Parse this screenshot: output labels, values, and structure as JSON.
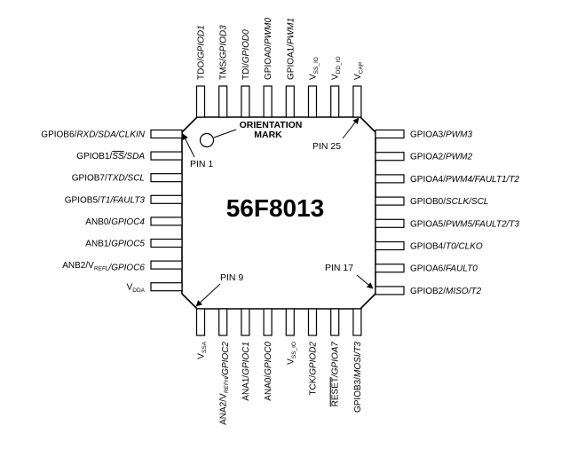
{
  "chip": {
    "part_number": "56F8013",
    "orientation_mark_lines": [
      "ORIENTATION",
      "MARK"
    ],
    "pin_callouts": {
      "pin1": "PIN 1",
      "pin9": "PIN 9",
      "pin17": "PIN 17",
      "pin25": "PIN 25"
    }
  },
  "pins": {
    "left": [
      [
        {
          "t": "GPIOB6/"
        },
        {
          "t": "RXD/SDA/CLKIN",
          "i": 1
        }
      ],
      [
        {
          "t": "GPIOB1/"
        },
        {
          "t": "SS",
          "i": 1,
          "o": 1
        },
        {
          "t": "/SDA",
          "i": 1
        }
      ],
      [
        {
          "t": "GPIOB7/"
        },
        {
          "t": "TXD/SCL",
          "i": 1
        }
      ],
      [
        {
          "t": "GPIOB5/"
        },
        {
          "t": "T1/FAULT3",
          "i": 1
        }
      ],
      [
        {
          "t": "ANB0/"
        },
        {
          "t": "GPIOC4",
          "i": 1
        }
      ],
      [
        {
          "t": "ANB1/"
        },
        {
          "t": "GPIOC5",
          "i": 1
        }
      ],
      [
        {
          "t": "ANB2/V"
        },
        {
          "t": "REFL",
          "i": 1,
          "s": 1
        },
        {
          "t": "/GPIOC6",
          "i": 1
        }
      ],
      [
        {
          "t": "V"
        },
        {
          "t": "DDA",
          "s": 1
        }
      ]
    ],
    "right": [
      [
        {
          "t": "GPIOA3/"
        },
        {
          "t": "PWM3",
          "i": 1
        }
      ],
      [
        {
          "t": "GPIOA2/"
        },
        {
          "t": "PWM2",
          "i": 1
        }
      ],
      [
        {
          "t": "GPIOA4/"
        },
        {
          "t": "PWM4/FAULT1/T2",
          "i": 1
        }
      ],
      [
        {
          "t": "GPIOB0/"
        },
        {
          "t": "SCLK/SCL",
          "i": 1
        }
      ],
      [
        {
          "t": "GPIOA5/"
        },
        {
          "t": "PWM5/FAULT2/T3",
          "i": 1
        }
      ],
      [
        {
          "t": "GPIOB4/"
        },
        {
          "t": "T0/CLKO",
          "i": 1
        }
      ],
      [
        {
          "t": "GPIOA6/"
        },
        {
          "t": "FAULT0",
          "i": 1
        }
      ],
      [
        {
          "t": "GPIOB2/"
        },
        {
          "t": "MISO/T2",
          "i": 1
        }
      ]
    ],
    "top": [
      [
        {
          "t": "TDO/"
        },
        {
          "t": "GPIOD1",
          "i": 1
        }
      ],
      [
        {
          "t": "TMS/"
        },
        {
          "t": "GPIOD3",
          "i": 1
        }
      ],
      [
        {
          "t": "TDI/"
        },
        {
          "t": "GPIOD0",
          "i": 1
        }
      ],
      [
        {
          "t": "GPIOA0/"
        },
        {
          "t": "PWM0",
          "i": 1
        }
      ],
      [
        {
          "t": "GPIOA1/"
        },
        {
          "t": "PWM1",
          "i": 1
        }
      ],
      [
        {
          "t": "V"
        },
        {
          "t": "SS_IO",
          "s": 1
        }
      ],
      [
        {
          "t": "V"
        },
        {
          "t": "DD_IO",
          "s": 1
        }
      ],
      [
        {
          "t": "V"
        },
        {
          "t": "CAP",
          "s": 1
        }
      ]
    ],
    "bottom": [
      [
        {
          "t": "V"
        },
        {
          "t": "SSA",
          "s": 1
        }
      ],
      [
        {
          "t": "ANA2/V"
        },
        {
          "t": "REFH",
          "i": 1,
          "s": 1
        },
        {
          "t": "/GPIOC2",
          "i": 1
        }
      ],
      [
        {
          "t": "ANA1/"
        },
        {
          "t": "GPIOC1",
          "i": 1
        }
      ],
      [
        {
          "t": "ANA0/"
        },
        {
          "t": "GPIOC0",
          "i": 1
        }
      ],
      [
        {
          "t": "V"
        },
        {
          "t": "SS_IO",
          "s": 1
        }
      ],
      [
        {
          "t": "TCK/"
        },
        {
          "t": "GPIOD2",
          "i": 1
        }
      ],
      [
        {
          "t": "RESET",
          "o": 1
        },
        {
          "t": "/GPIOA7",
          "i": 1
        }
      ],
      [
        {
          "t": "GPIOB3/"
        },
        {
          "t": "MOSI/T3",
          "i": 1
        }
      ]
    ]
  }
}
